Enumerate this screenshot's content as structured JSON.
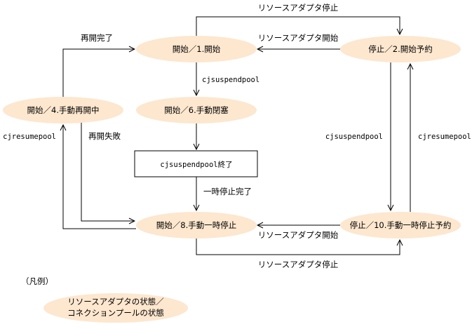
{
  "states": {
    "s1": "開始／1.開始",
    "s2": "停止／2.開始予約",
    "s4": "開始／4.手動再開中",
    "s6": "開始／6.手動閉塞",
    "s8": "開始／8.手動一時停止",
    "s10": "停止／10.手動一時停止予約"
  },
  "process_box": "cjsuspendpool終了",
  "transitions": {
    "top_stop": "リソースアダプタ停止",
    "top_start": "リソースアダプタ開始",
    "restart_complete": "再開完了",
    "suspend_down": "cjsuspendpool",
    "suspend_right": "cjsuspendpool",
    "resume_right": "cjresumepool",
    "resume_left": "cjresumepool",
    "restart_failed": "再開失敗",
    "pause_complete": "一時停止完了",
    "bottom_start": "リソースアダプタ開始",
    "bottom_stop": "リソースアダプタ停止"
  },
  "legend": {
    "title": "（凡例）",
    "line1": "リソースアダプタの状態／",
    "line2": "コネクションプールの状態"
  }
}
